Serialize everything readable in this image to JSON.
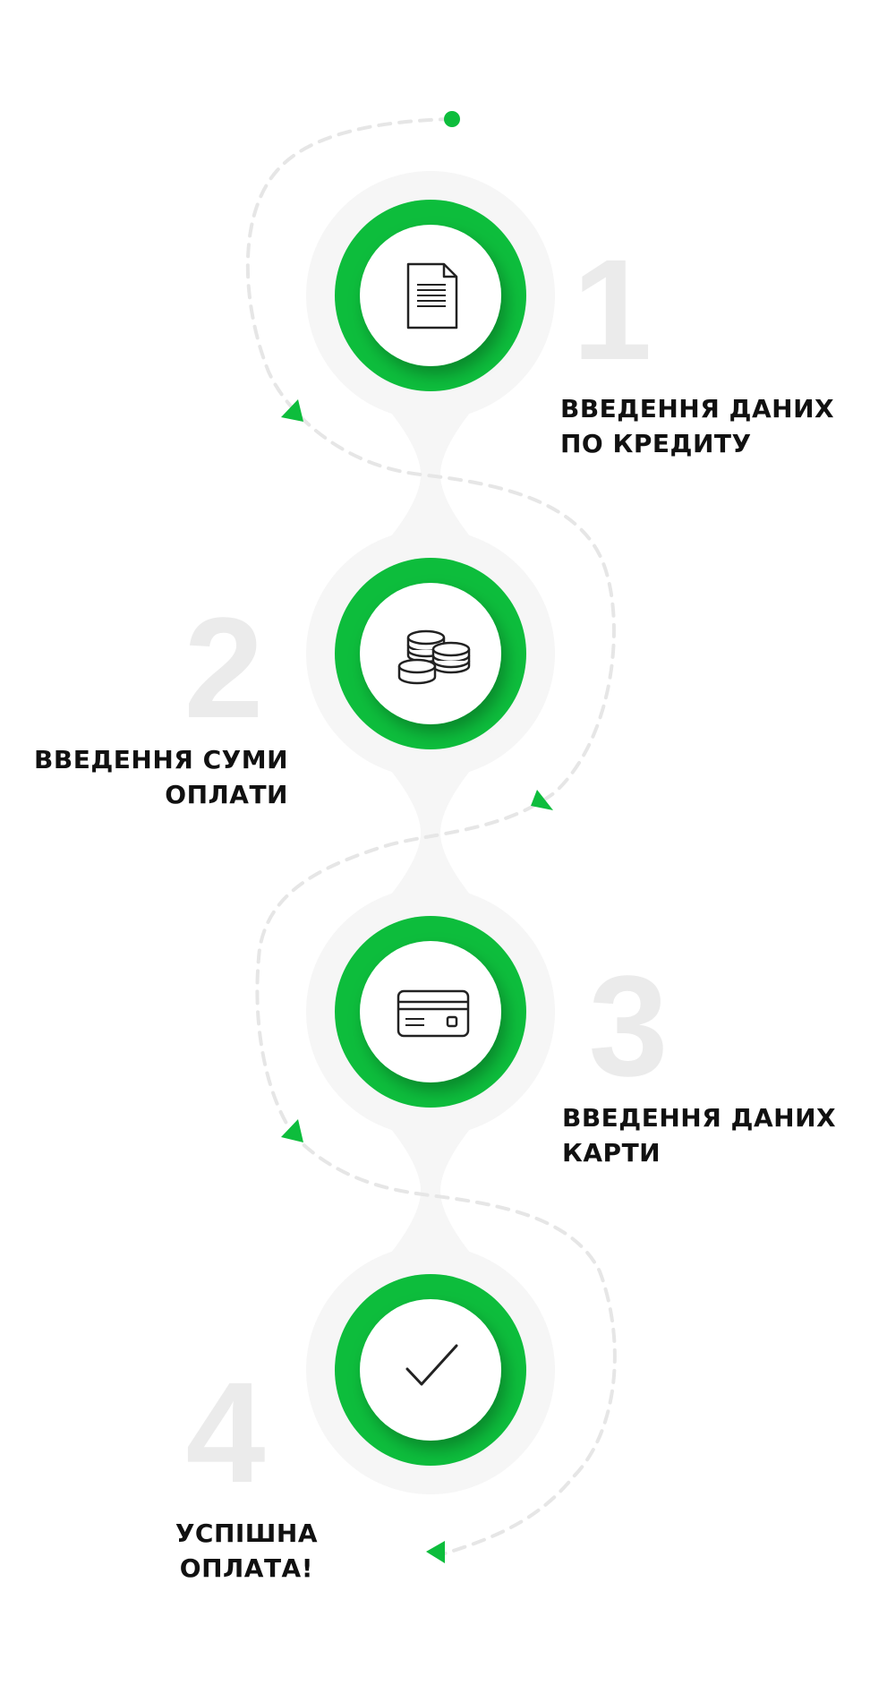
{
  "colors": {
    "accent": "#0dbd3c",
    "track": "#f6f6f6",
    "number": "#ebebeb",
    "text": "#111111"
  },
  "steps": [
    {
      "number": "1",
      "icon": "document-icon",
      "label_lines": [
        "ВВЕДЕННЯ ДАНИХ",
        "ПО КРЕДИТУ"
      ]
    },
    {
      "number": "2",
      "icon": "coins-icon",
      "label_lines": [
        "ВВЕДЕННЯ СУМИ",
        "ОПЛАТИ"
      ]
    },
    {
      "number": "3",
      "icon": "credit-card-icon",
      "label_lines": [
        "ВВЕДЕННЯ ДАНИХ",
        "КАРТИ"
      ]
    },
    {
      "number": "4",
      "icon": "checkmark-icon",
      "label_lines": [
        "УСПІШНА",
        "ОПЛАТА!"
      ]
    }
  ]
}
